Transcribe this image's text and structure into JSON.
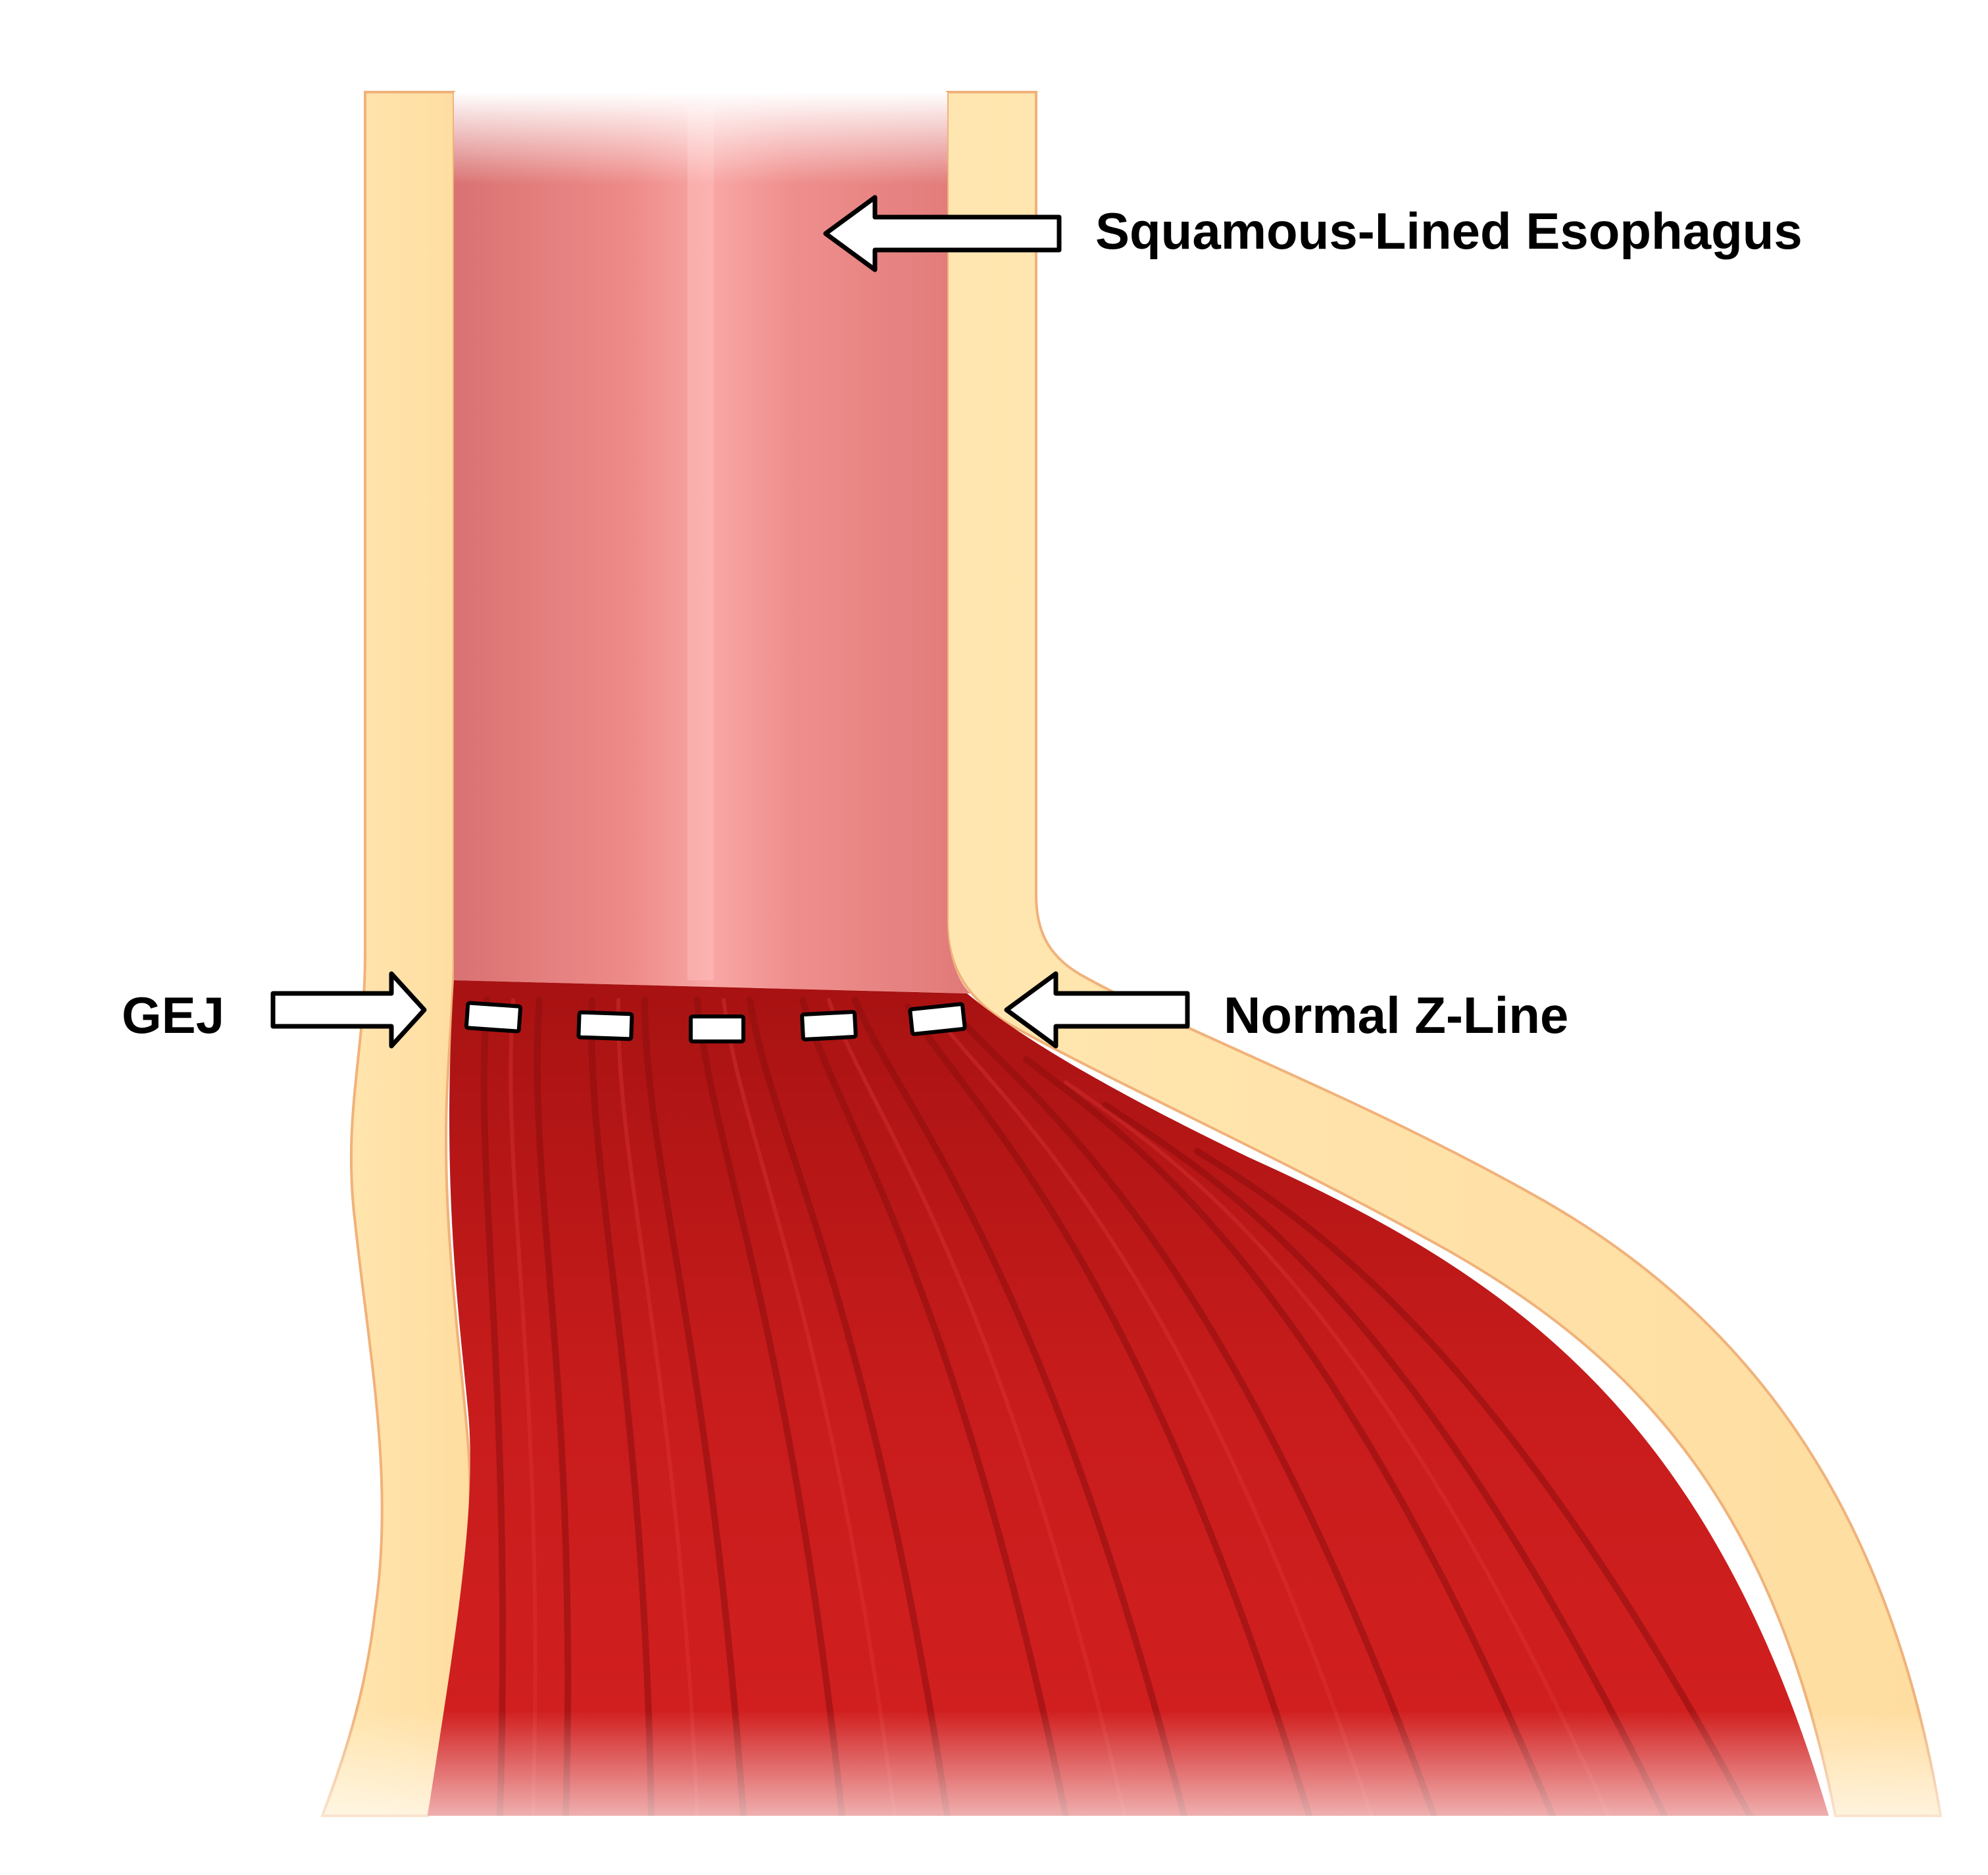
{
  "labels": {
    "squamous": "Squamous-Lined Esophagus",
    "gej": "GEJ",
    "zline": "Normal Z-Line"
  },
  "colors": {
    "wall": "#ffe3a8",
    "wall_edge": "#f2a36a",
    "esophagus_mucosa": "#f08a88",
    "stomach_mucosa": "#c41a1a",
    "arrow_fill": "#ffffff",
    "arrow_stroke": "#000000"
  },
  "dashed_line_segments": 5
}
